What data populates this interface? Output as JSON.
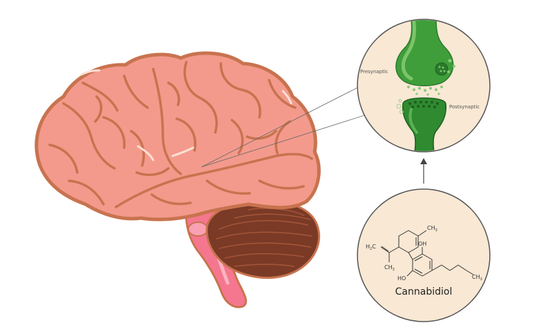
{
  "synapse": {
    "presynaptic_label": "Presynaptic",
    "postsynaptic_label": "Postsynaptic"
  },
  "molecule": {
    "name": "Cannabidiol",
    "atoms": {
      "ch3_top": "CH",
      "ch3_top_sub": "3",
      "h2c": "H",
      "h2c_sub": "2",
      "h2c_c": "C",
      "ch3_left": "CH",
      "ch3_left_sub": "3",
      "oh_top": "OH",
      "ho_bottom": "HO",
      "ch3_right": "CH",
      "ch3_right_sub": "3"
    }
  },
  "colors": {
    "brain_fill": "#f39a8c",
    "brain_outline": "#c8734f",
    "cerebellum": "#7a3a26",
    "brainstem": "#f5778f",
    "circle_bg": "#f8e8d4",
    "synapse_green": "#3f9e3a",
    "synapse_dark": "#2a7a2c"
  }
}
